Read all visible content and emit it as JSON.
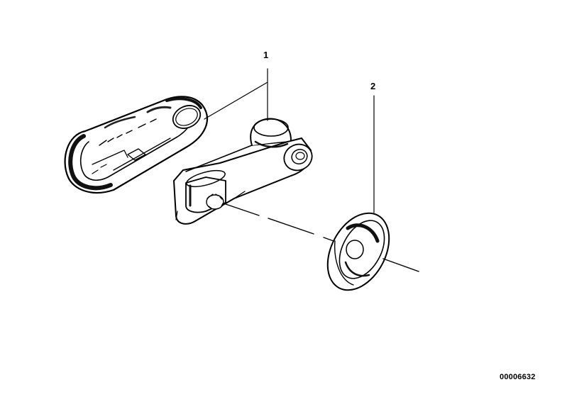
{
  "callouts": [
    {
      "id": "1",
      "label": "1"
    },
    {
      "id": "2",
      "label": "2"
    }
  ],
  "reference_number": "00006632"
}
